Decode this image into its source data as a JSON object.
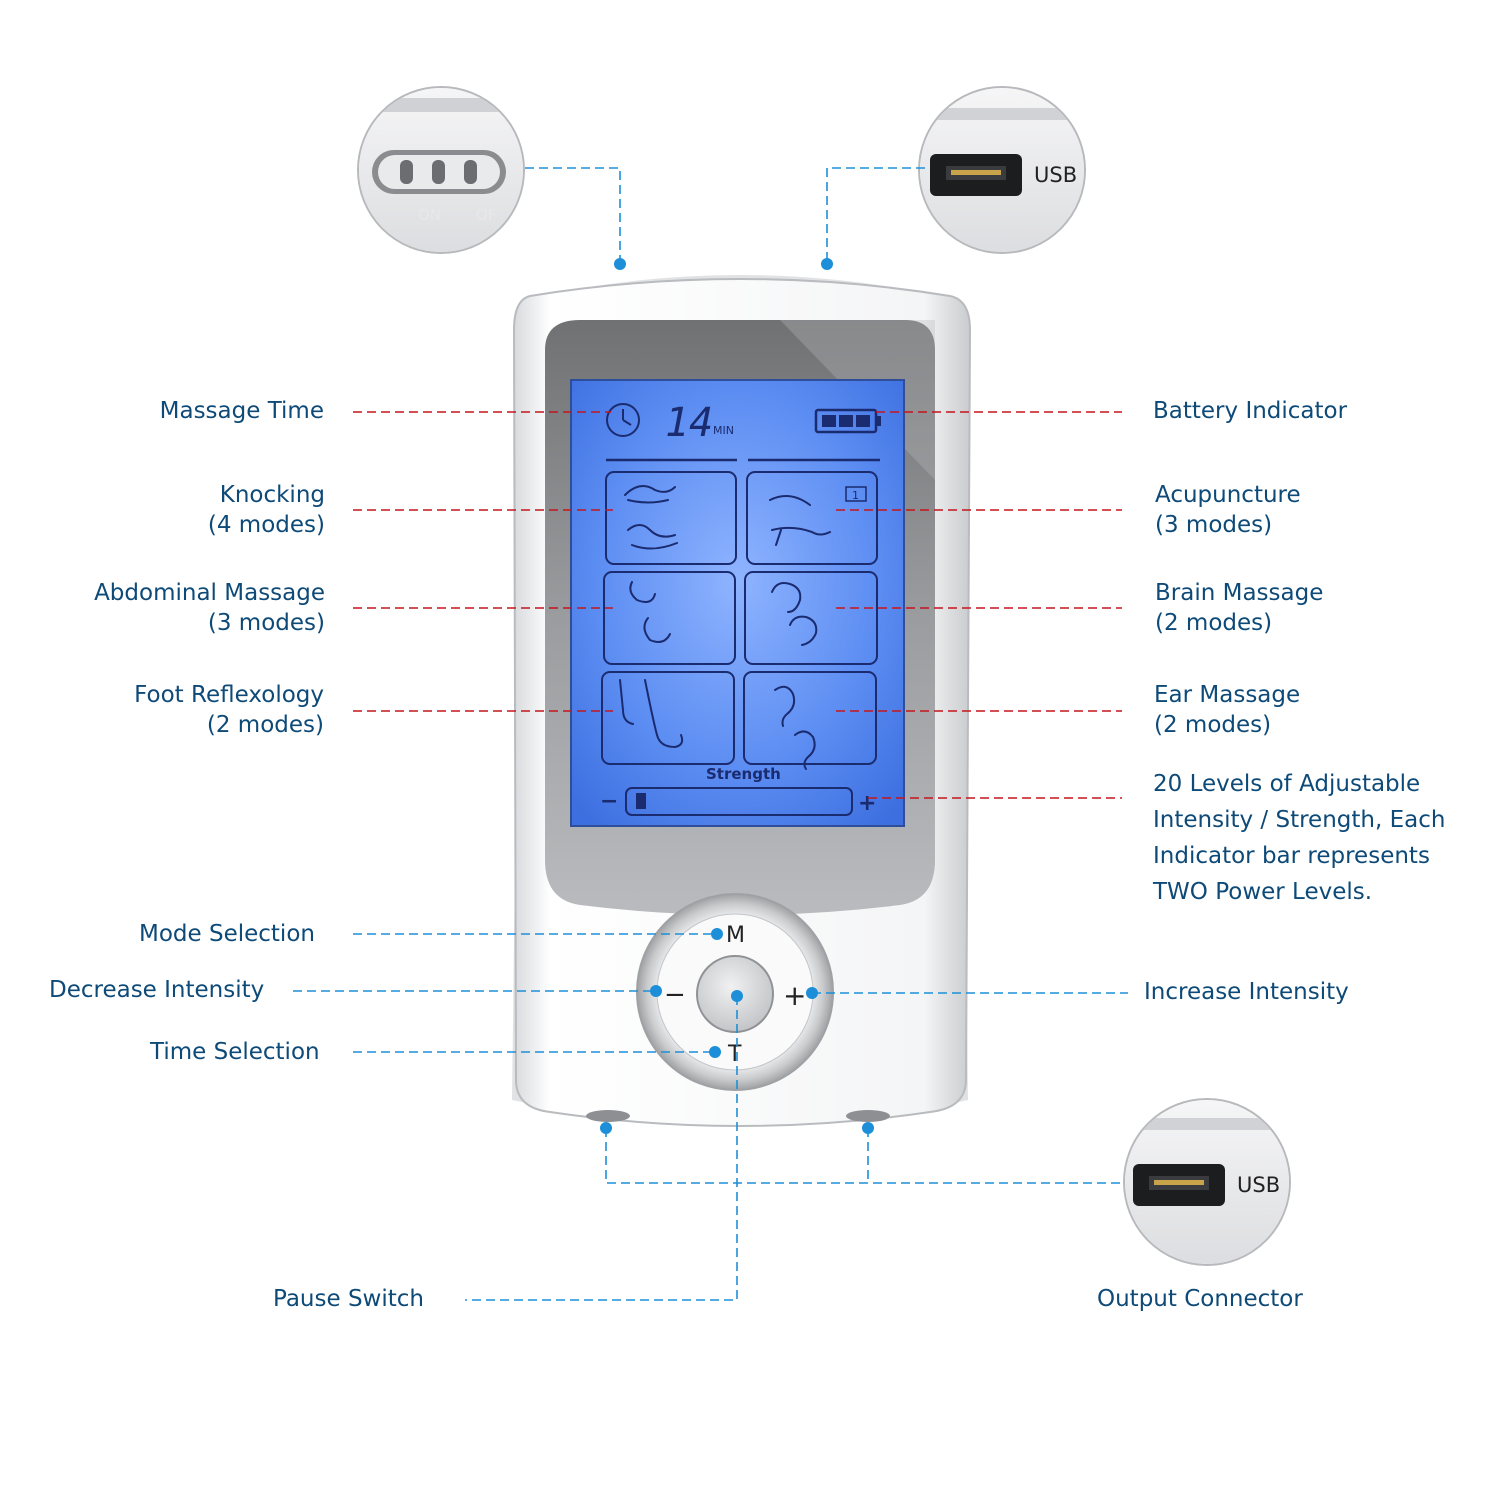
{
  "inset_labels": {
    "usb_top": "USB",
    "usb_bottom": "USB",
    "switch_on": "ON",
    "switch_off": "OF"
  },
  "lcd": {
    "time_value": "14",
    "time_unit": "MIN",
    "mode_number": "1",
    "strength_label": "Strength",
    "minus": "−",
    "plus": "+"
  },
  "buttons": {
    "mode": "M",
    "time": "T",
    "minus": "−",
    "plus": "+"
  },
  "callouts": {
    "massage_time": [
      "Massage Time"
    ],
    "knocking": [
      "Knocking",
      "(4 modes)"
    ],
    "abdominal": [
      "Abdominal Massage",
      "(3 modes)"
    ],
    "foot": [
      "Foot Reflexology",
      "(2 modes)"
    ],
    "battery": [
      "Battery Indicator"
    ],
    "acupuncture": [
      "Acupuncture",
      "(3 modes)"
    ],
    "brain": [
      "Brain Massage",
      "(2 modes)"
    ],
    "ear": [
      "Ear Massage",
      "(2 modes)"
    ],
    "levels": [
      "20 Levels of Adjustable",
      "Intensity / Strength, Each",
      "Indicator bar represents",
      "TWO Power Levels."
    ],
    "mode_selection": [
      "Mode Selection"
    ],
    "decrease": [
      "Decrease Intensity"
    ],
    "time_selection": [
      "Time Selection"
    ],
    "increase": [
      "Increase Intensity"
    ],
    "pause": [
      "Pause Switch"
    ],
    "output": [
      "Output Connector"
    ]
  },
  "colors": {
    "label_text": "#0e4a78",
    "red_leader": "#c4161c",
    "blue_leader": "#1d8fd8",
    "lcd_blue": "#4f86f0",
    "device_white": "#f2f3f5"
  }
}
